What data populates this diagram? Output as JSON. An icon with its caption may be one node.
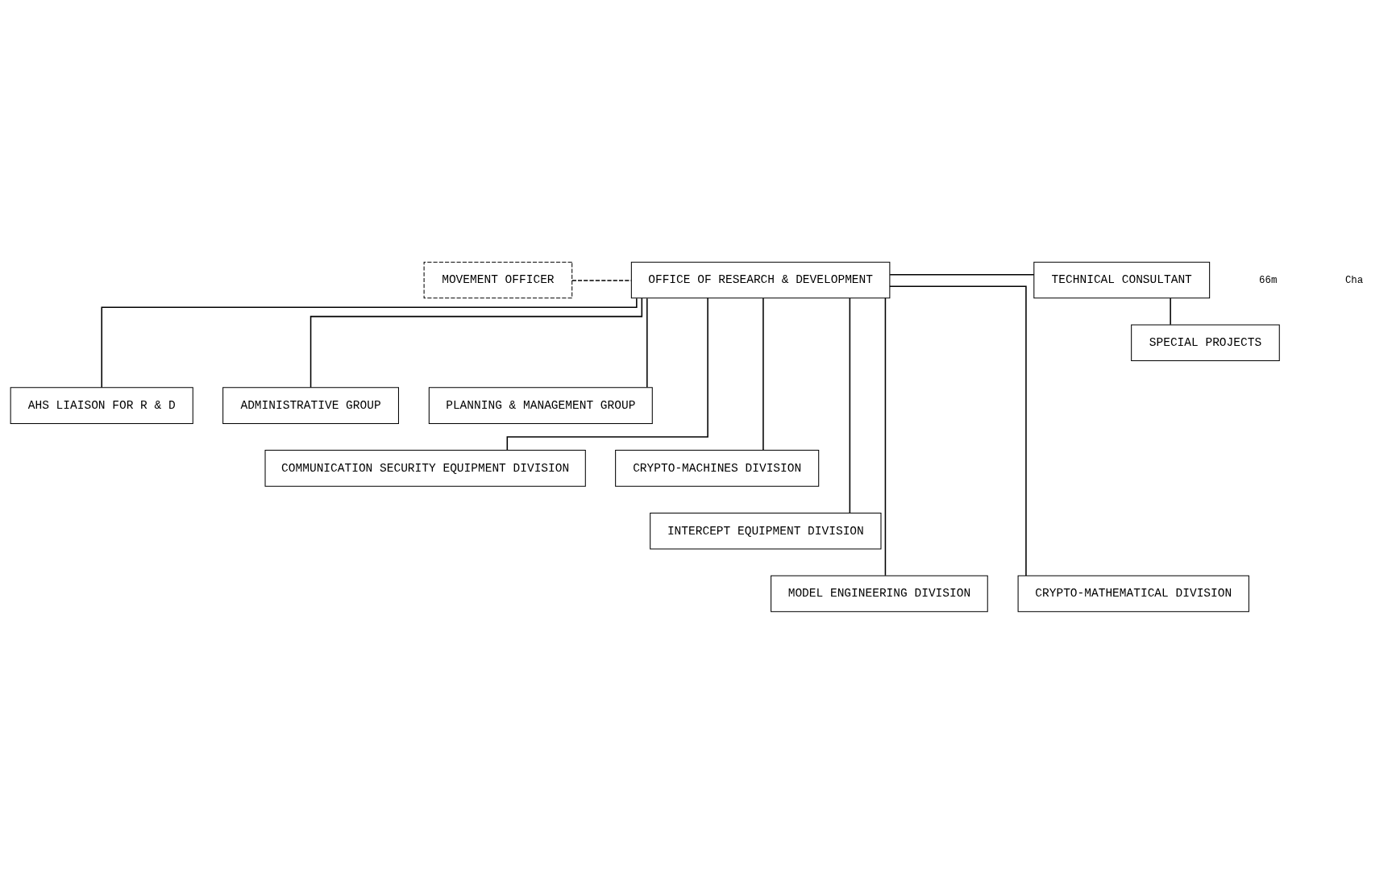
{
  "diagram": {
    "nodes": [
      {
        "text": [
          "MOVEMENT OFFICER"
        ]
      },
      {
        "text": [
          "OFFICE OF RESEARCH & DEVELOPMENT"
        ]
      },
      {
        "text": [
          "TECHNICAL CONSULTANT"
        ]
      },
      {
        "text": [
          "SPECIAL PROJECTS"
        ]
      },
      {
        "text": [
          "AHS LIAISON FOR R & D"
        ]
      },
      {
        "text": [
          "ADMINISTRATIVE GROUP"
        ]
      },
      {
        "text": [
          "PLANNING & MANAGEMENT GROUP"
        ]
      },
      {
        "text": [
          "COMMUNICATION SECURITY EQUIPMENT DIVISION"
        ]
      },
      {
        "text": [
          "CRYPTO-MACHINES DIVISION"
        ]
      },
      {
        "text": [
          "INTERCEPT EQUIPMENT DIVISION"
        ]
      },
      {
        "text": [
          "MODEL ENGINEERING DIVISION"
        ]
      },
      {
        "text": [
          "CRYPTO-MATHEMATICAL DIVISION"
        ]
      }
    ],
    "edges": [
      {
        "from": 0,
        "to": 1,
        "arrow": "none",
        "style": "dashed"
      },
      {
        "from": 1,
        "to": 2,
        "arrow": "none"
      },
      {
        "from": 2,
        "to": 3,
        "arrow": "none"
      },
      {
        "from": 1,
        "to": 4,
        "arrow": "none"
      },
      {
        "from": 1,
        "to": 5,
        "arrow": "none"
      },
      {
        "from": 1,
        "to": 6,
        "arrow": "none"
      },
      {
        "from": 1,
        "to": 7,
        "arrow": "none"
      },
      {
        "from": 1,
        "to": 9,
        "arrow": "none"
      },
      {
        "from": 1,
        "to": 10,
        "arrow": "none"
      },
      {
        "from": 1,
        "to": 11,
        "arrow": "none"
      },
      {
        "from": 1,
        "to": 8,
        "arrow": "none"
      }
    ],
    "labels": [
      "66m",
      "Cha"
    ]
  }
}
